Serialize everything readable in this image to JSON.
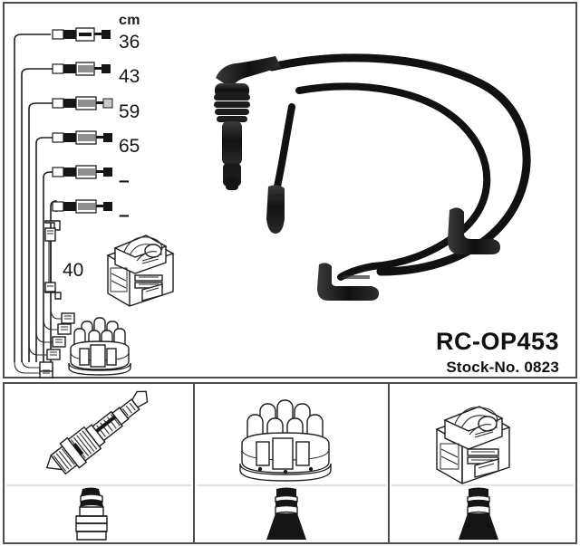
{
  "product": {
    "part_number": "RC-OP453",
    "stock_label": "Stock-No. 0823"
  },
  "measurements": {
    "unit_header": "cm",
    "rows": [
      {
        "index": 1,
        "length": "36",
        "icon": "ignition-lead-icon"
      },
      {
        "index": 2,
        "length": "43",
        "icon": "ignition-lead-icon"
      },
      {
        "index": 3,
        "length": "59",
        "icon": "ignition-lead-icon"
      },
      {
        "index": 4,
        "length": "65",
        "icon": "ignition-lead-icon"
      },
      {
        "index": 5,
        "length": "–",
        "icon": "ignition-lead-icon"
      },
      {
        "index": 6,
        "length": "–",
        "icon": "ignition-lead-icon"
      }
    ],
    "short_lead_length": "40"
  },
  "diagram": {
    "components": [
      {
        "name": "ignition-coil-icon",
        "label": "ignition coil"
      },
      {
        "name": "distributor-cap-icon",
        "label": "distributor cap"
      },
      {
        "name": "short-connector-lead-icon",
        "label": "short connector lead"
      },
      {
        "name": "wire-harness-icon",
        "label": "wire harness"
      },
      {
        "name": "cable-photo-icon",
        "label": "ignition cable photo"
      }
    ]
  },
  "bottom_panels": [
    {
      "id": "panel-spark-plug",
      "top_icon": "spark-plug-icon",
      "bottom_icon": "spark-plug-boot-icon"
    },
    {
      "id": "panel-distributor-cap",
      "top_icon": "distributor-cap-icon",
      "bottom_icon": "distributor-boot-icon"
    },
    {
      "id": "panel-ignition-coil",
      "top_icon": "ignition-coil-icon",
      "bottom_icon": "coil-boot-icon"
    }
  ],
  "colors": {
    "frame": "#4c4c4c",
    "line": "#1d1d1d",
    "cable": "#111111",
    "text": "#111111",
    "background": "#ffffff"
  }
}
